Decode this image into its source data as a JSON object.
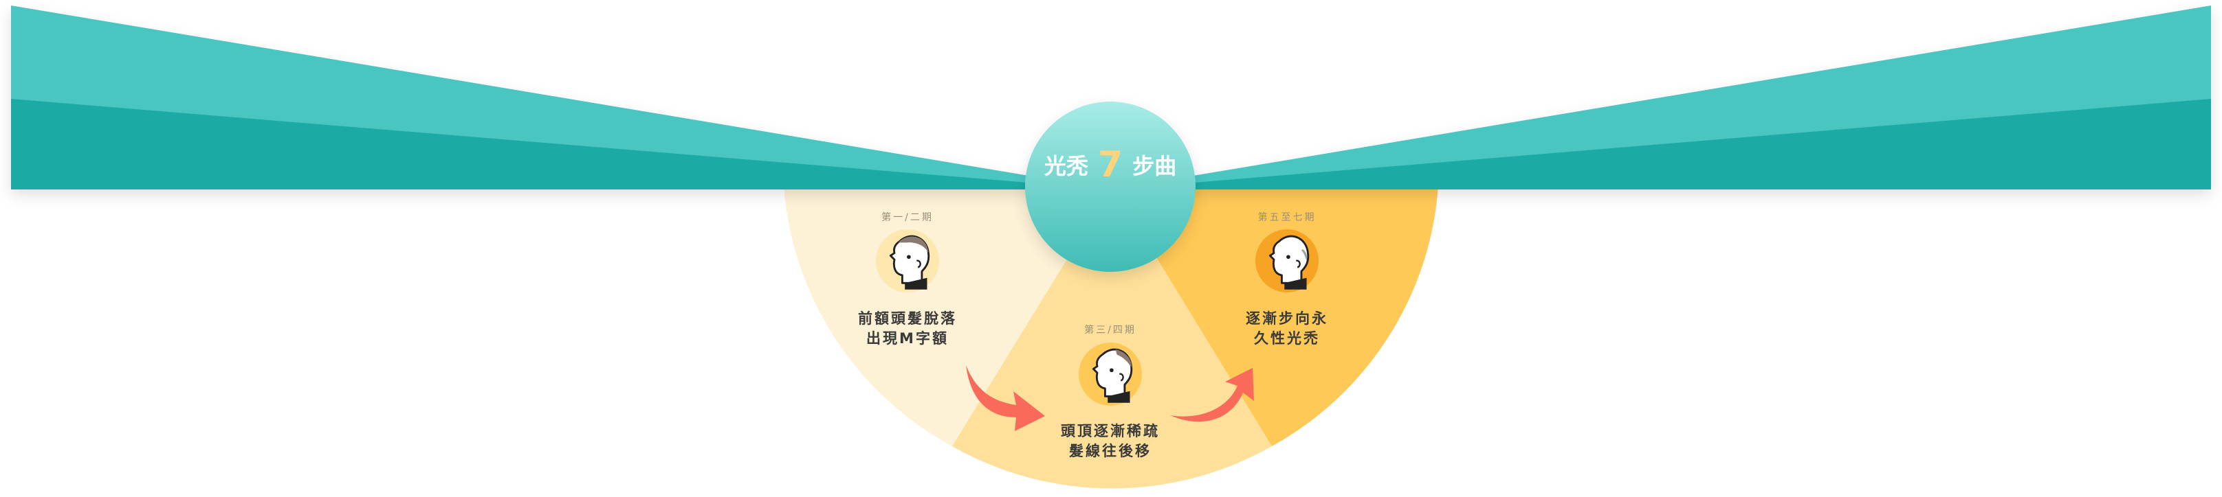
{
  "title": {
    "prefix": "光秃",
    "number": "7",
    "suffix": "步曲"
  },
  "stages": [
    {
      "tag": "第一/二期",
      "line1": "前額頭髮脫落",
      "line2": "出現M字額"
    },
    {
      "tag": "第三/四期",
      "line1": "頭頂逐漸稀疏",
      "line2": "髮線往後移"
    },
    {
      "tag": "第五至七期",
      "line1": "逐漸步向永",
      "line2": "久性光禿"
    }
  ],
  "colors": {
    "teal_light": "#4ac6c2",
    "teal_dark": "#1eaaa4",
    "stage1_bg": "#fdf1d6",
    "stage2_bg": "#ffe09a",
    "stage3_bg": "#ffc957",
    "arrow": "#f96a5a"
  },
  "icons": [
    "balding-man-head-icon",
    "curved-arrow-icon"
  ]
}
